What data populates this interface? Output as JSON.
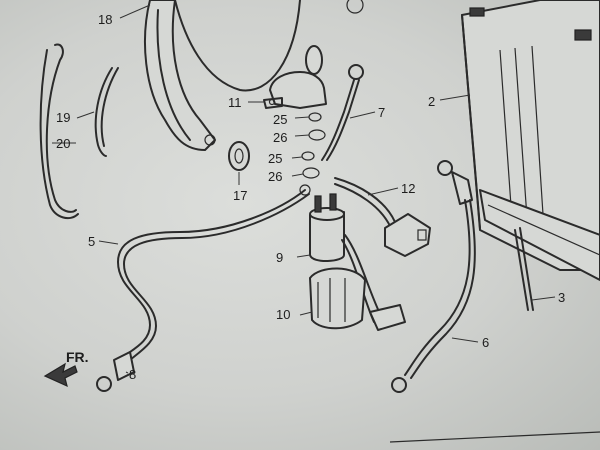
{
  "callouts": {
    "c2": "2",
    "c3": "3",
    "c5": "5",
    "c6": "6",
    "c7": "7",
    "c8": "8",
    "c9": "9",
    "c10": "10",
    "c11": "11",
    "c12": "12",
    "c17": "17",
    "c18": "18",
    "c19": "19",
    "c20": "20",
    "c25a": "25",
    "c25b": "25",
    "c26a": "26",
    "c26b": "26"
  },
  "direction_marker": "FR."
}
